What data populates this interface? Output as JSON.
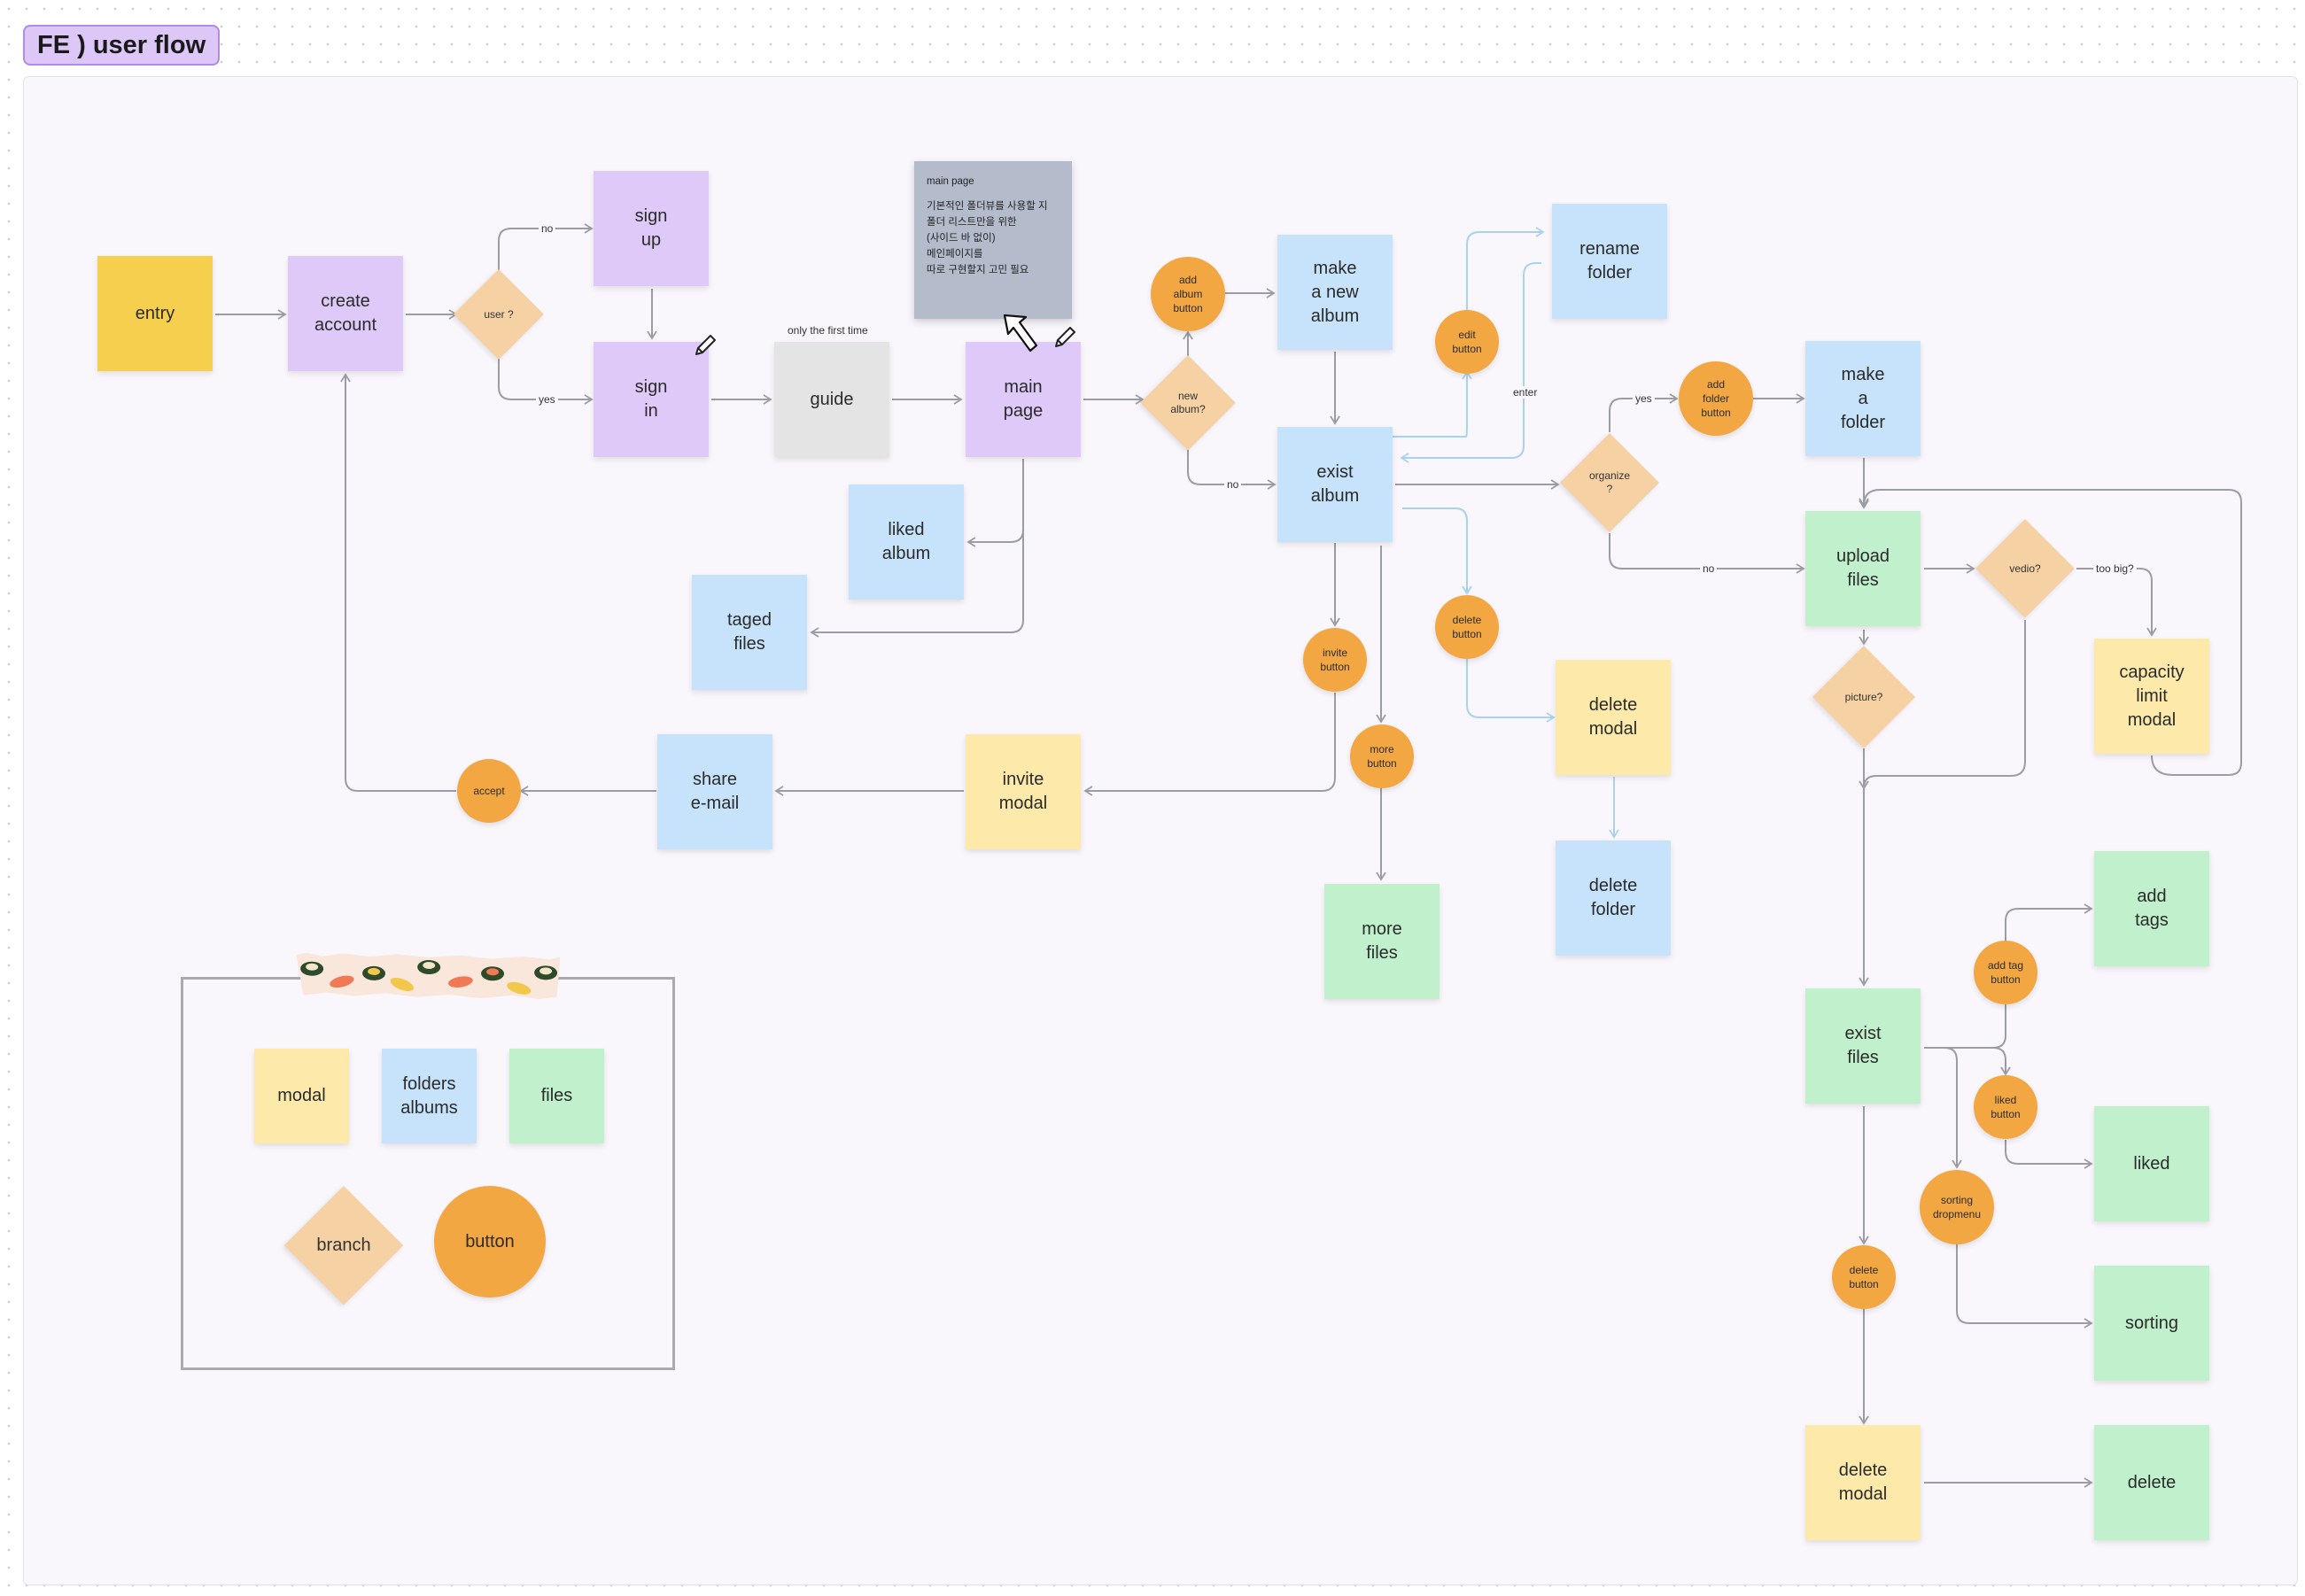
{
  "title": "FE ) user flow",
  "colors": {
    "start": "#f7cf4f",
    "account": "#dec9f8",
    "folders_albums": "#c6e3fb",
    "files": "#c0f1cc",
    "modal": "#fde9a9",
    "guide": "#e4e4e4",
    "branch": "#f5d1a3",
    "button": "#f2a742",
    "note": "#b4bccc",
    "connector": "#9c9ca4"
  },
  "nodes": {
    "entry": "entry",
    "create_account": "create\naccount",
    "sign_up": "sign\nup",
    "sign_in": "sign\nin",
    "guide": "guide",
    "main_page": "main\npage",
    "liked_album": "liked\nalbum",
    "taged_files": "taged\nfiles",
    "make_new_album": "make\na new\nalbum",
    "exist_album": "exist\nalbum",
    "rename_folder": "rename\nfolder",
    "make_folder": "make\na\nfolder",
    "upload_files": "upload\nfiles",
    "capacity_limit_modal": "capacity\nlimit\nmodal",
    "delete_modal_album": "delete\nmodal",
    "delete_folder": "delete\nfolder",
    "more_files": "more\nfiles",
    "invite_modal": "invite\nmodal",
    "share_email": "share\ne-mail",
    "exist_files": "exist\nfiles",
    "add_tags": "add\ntags",
    "liked": "liked",
    "sorting": "sorting",
    "delete_modal_files": "delete\nmodal",
    "delete": "delete"
  },
  "branches": {
    "user": "user ?",
    "new_album": "new\nalbum?",
    "organize": "organize\n?",
    "vedio": "vedio?",
    "picture": "picture?"
  },
  "buttons": {
    "add_album": "add\nalbum\nbutton",
    "edit": "edit\nbutton",
    "add_folder": "add\nfolder\nbutton",
    "delete_album": "delete\nbutton",
    "invite": "invite\nbutton",
    "more": "more\nbutton",
    "accept": "accept",
    "add_tag": "add tag\nbutton",
    "liked": "liked\nbutton",
    "sorting": "sorting\ndropmenu",
    "delete_files": "delete\nbutton"
  },
  "labels": {
    "no1": "no",
    "yes1": "yes",
    "first_time": "only the first time",
    "no2": "no",
    "enter": "enter",
    "yes2": "yes",
    "no3": "no",
    "too_big": "too big?"
  },
  "note": {
    "title": "main page",
    "body": "기본적인 폴더뷰를 사용할 지\n폴더 리스트만을 위한\n(사이드 바 없이)\n메인페이지를\n따로 구현할지 고민 필요"
  },
  "legend": {
    "modal": "modal",
    "folders_albums": "folders\nalbums",
    "files": "files",
    "branch": "branch",
    "button": "button"
  }
}
